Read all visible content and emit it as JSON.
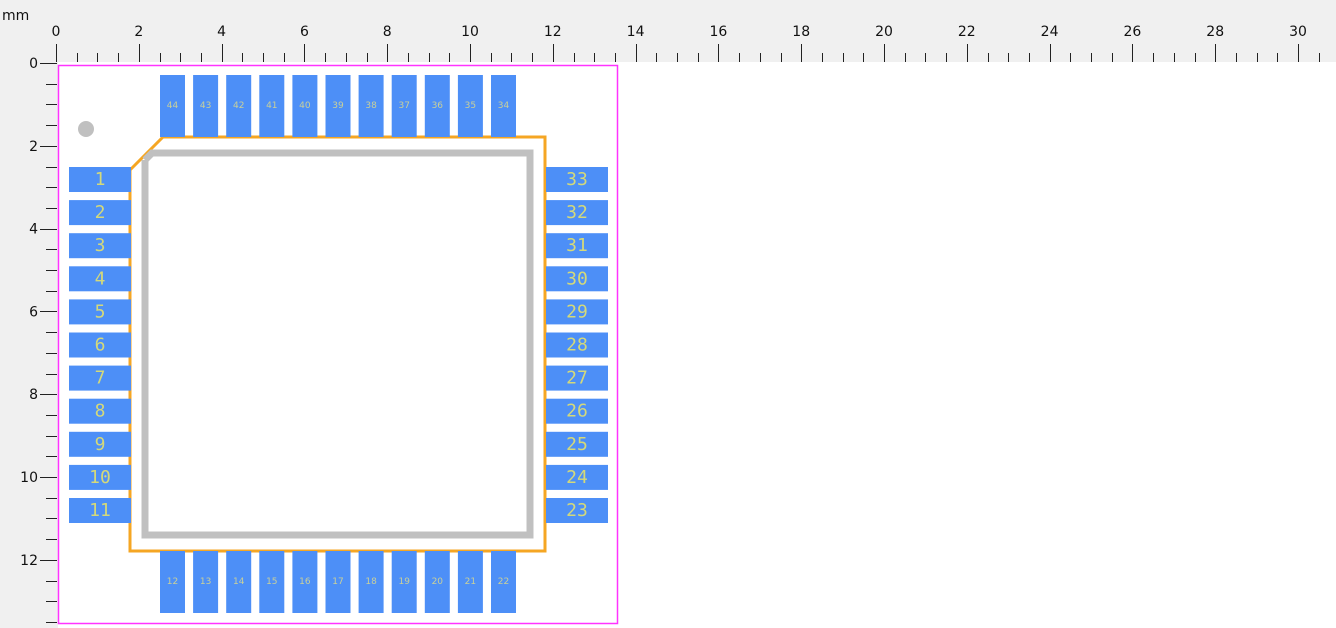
{
  "units": "mm",
  "ruler": {
    "x_labels": [
      "0",
      "2",
      "4",
      "6",
      "8",
      "10",
      "12",
      "14",
      "16",
      "18",
      "20",
      "22",
      "24",
      "26",
      "28",
      "30"
    ],
    "y_labels": [
      "0",
      "2",
      "4",
      "6",
      "8",
      "10",
      "12"
    ]
  },
  "colors": {
    "pad": "#4d8ff7",
    "pad_label_left_right": "#d4d97a",
    "pad_label_top_bottom": "#c9d09a",
    "courtyard": "#ff33ff",
    "silkscreen": "#f5a623",
    "fab_outline": "#c0c0c0",
    "pin1_marker": "#c0c0c0",
    "ruler_background": "#f0f0f0"
  },
  "footprint": {
    "pads": {
      "left": [
        "1",
        "2",
        "3",
        "4",
        "5",
        "6",
        "7",
        "8",
        "9",
        "10",
        "11"
      ],
      "bottom": [
        "12",
        "13",
        "14",
        "15",
        "16",
        "17",
        "18",
        "19",
        "20",
        "21",
        "22"
      ],
      "right": [
        "23",
        "24",
        "25",
        "26",
        "27",
        "28",
        "29",
        "30",
        "31",
        "32",
        "33"
      ],
      "top": [
        "34",
        "35",
        "36",
        "37",
        "38",
        "39",
        "40",
        "41",
        "42",
        "43",
        "44"
      ]
    }
  }
}
